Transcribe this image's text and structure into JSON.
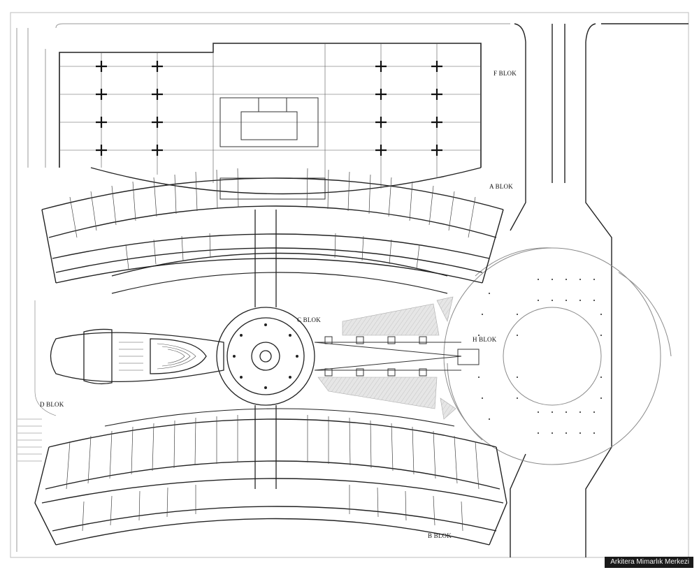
{
  "labels": {
    "f_blok": "F BLOK",
    "a_blok": "A BLOK",
    "c_blok": "C BLOK",
    "h_blok": "H BLOK",
    "d_blok": "D BLOK",
    "b_blok": "B BLOK"
  },
  "credit": "Arkitera Mimarlık Merkezi",
  "colors": {
    "line": "#222222",
    "light_line": "#8a8a8a",
    "hatch": "#dcdcdc",
    "background": "#ffffff"
  }
}
